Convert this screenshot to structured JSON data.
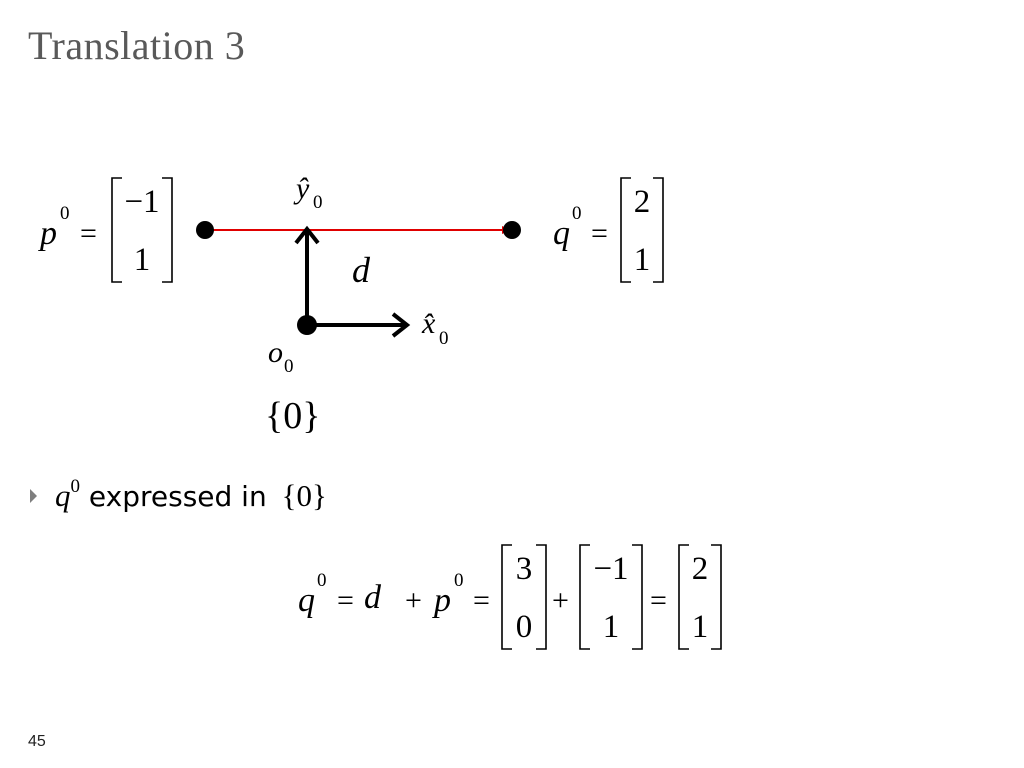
{
  "slide": {
    "title": "Translation 3",
    "page_number": "45"
  },
  "diagram": {
    "p_label": "p",
    "p_superscript": "0",
    "p_vector": [
      "−1",
      "1"
    ],
    "q_label": "q",
    "q_superscript": "0",
    "q_vector": [
      "2",
      "1"
    ],
    "equals": "=",
    "y_axis_label": "ŷ",
    "y_axis_subscript": "0",
    "x_axis_label": "x̂",
    "x_axis_subscript": "0",
    "origin_label": "o",
    "origin_subscript": "0",
    "frame_label": "{0}",
    "displacement_label": "d",
    "colors": {
      "arrow": "#e00000",
      "axes": "#000000",
      "title": "#595959"
    }
  },
  "bullet": {
    "var": "q",
    "superscript": "0",
    "text": " expressed in ",
    "frame": "{0}"
  },
  "equation": {
    "lhs_var": "q",
    "lhs_sup": "0",
    "eq1": "=",
    "d": "d",
    "plus1": "+",
    "p_var": "p",
    "p_sup": "0",
    "eq2": "=",
    "vec_d": [
      "3",
      "0"
    ],
    "plus2": "+",
    "vec_p": [
      "−1",
      "1"
    ],
    "eq3": "=",
    "vec_q": [
      "2",
      "1"
    ]
  }
}
